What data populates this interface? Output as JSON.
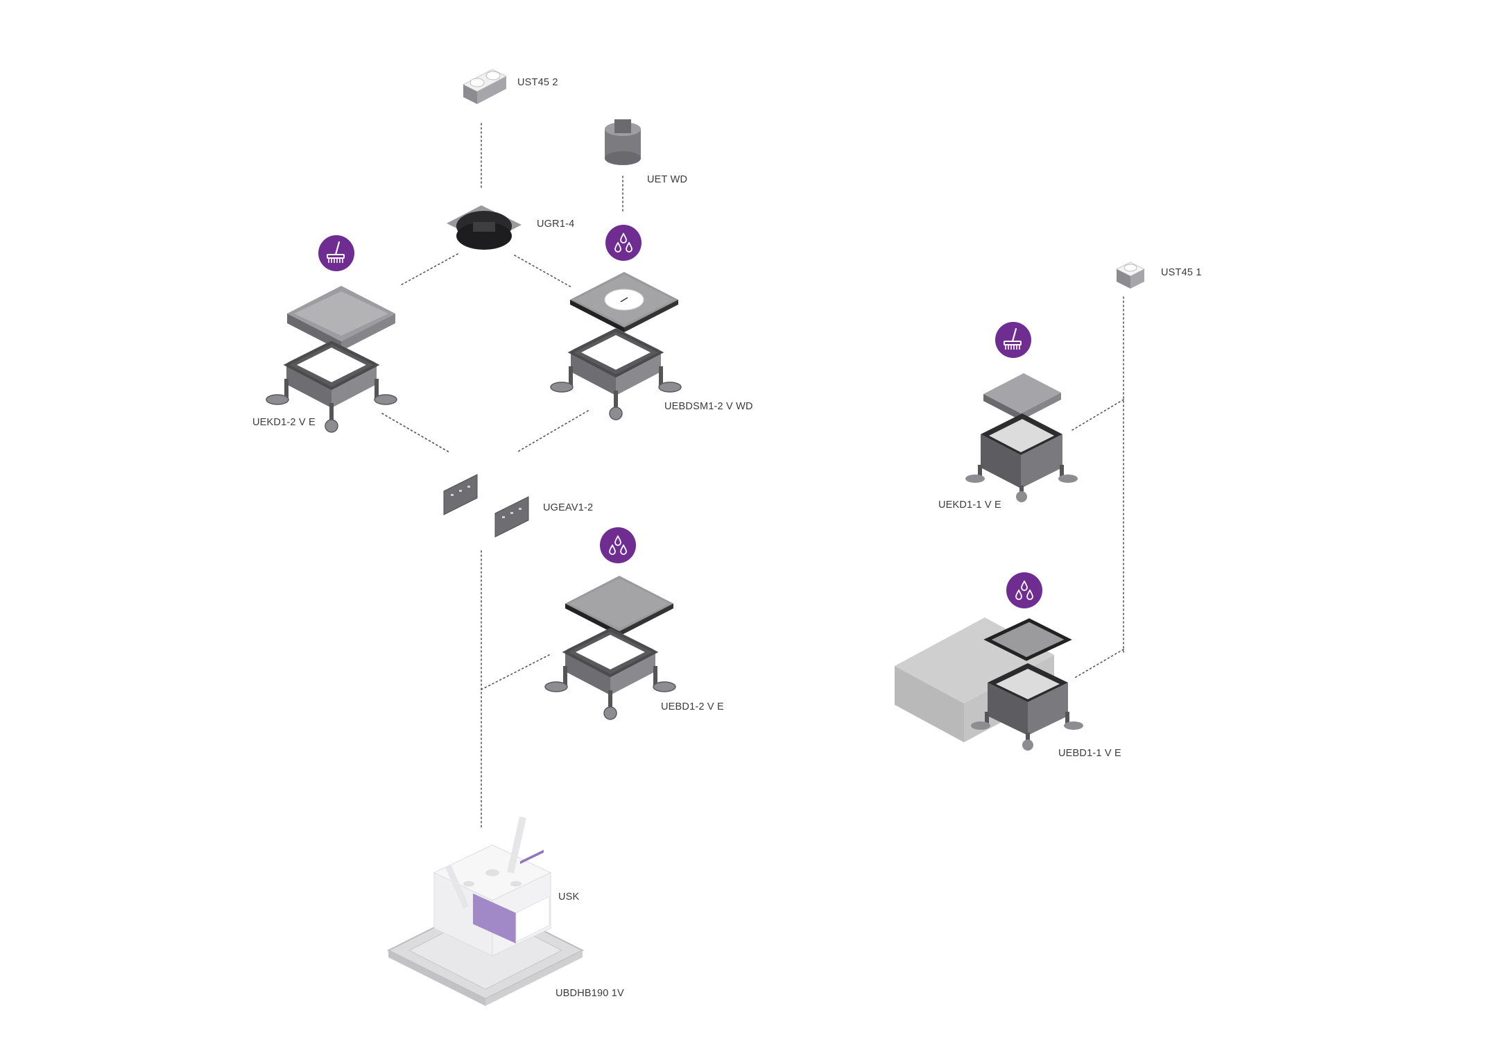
{
  "labels": {
    "ust45_2": "UST45 2",
    "uet_wd": "UET WD",
    "ugr1_4": "UGR1-4",
    "uekd1_2": "UEKD1-2 V E",
    "uebdsm1_2": "UEBDSM1-2 V WD",
    "ugeav1_2": "UGEAV1-2",
    "uebd1_2": "UEBD1-2 V E",
    "usk": "USK",
    "ubdhb190": "UBDHB190 1V",
    "ust45_1": "UST45 1",
    "uekd1_1": "UEKD1-1 V E",
    "uebd1_1": "UEBD1-1 V E"
  },
  "icons": {
    "cleaning": "broom-icon",
    "water": "water-drops-icon"
  },
  "colors": {
    "accent": "#6f2c91",
    "metal": "#7d7d80",
    "metal_light": "#a9a9ad",
    "metal_dark": "#4d4d50",
    "box_white": "#f3f3f4",
    "box_purple": "#a188c6",
    "concrete": "#c9c9c9"
  }
}
